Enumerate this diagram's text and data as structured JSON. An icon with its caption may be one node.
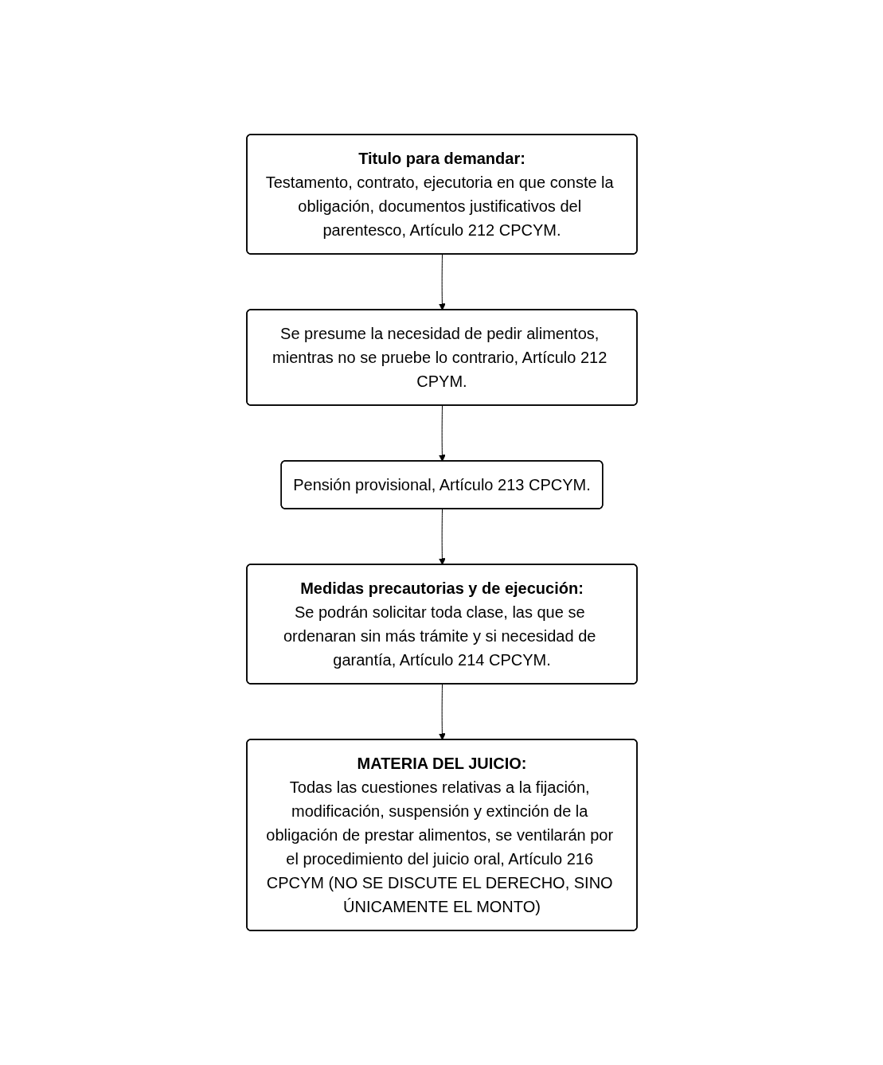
{
  "diagram": {
    "nodes": [
      {
        "text": [
          "Titulo para demandar:",
          "Testamento, contrato, ejecutoria en que conste la obligación, documentos justificativos del parentesco, Artículo 212 CPCYM."
        ]
      },
      {
        "text": [
          "Se presume la necesidad de pedir alimentos, mientras no se pruebe lo contrario, Artículo 212 CPYM."
        ]
      },
      {
        "text": [
          "Pensión provisional, Artículo 213 CPCYM."
        ]
      },
      {
        "text": [
          "Medidas precautorias y de ejecución:",
          "Se podrán solicitar toda clase, las que se ordenaran sin más trámite y si necesidad de garantía, Artículo 214 CPCYM."
        ]
      },
      {
        "text": [
          "MATERIA DEL JUICIO:",
          "Todas las cuestiones relativas a la fijación, modificación, suspensión y extinción de la obligación de prestar alimentos, se ventilarán por el procedimiento del juicio oral, Artículo 216 CPCYM (NO SE DISCUTE EL DERECHO, SINO ÚNICAMENTE EL MONTO)"
        ]
      }
    ],
    "edges": [
      {
        "from": 0,
        "to": 1,
        "arrow": "to"
      },
      {
        "from": 1,
        "to": 2,
        "arrow": "to"
      },
      {
        "from": 2,
        "to": 3,
        "arrow": "to"
      },
      {
        "from": 3,
        "to": 4,
        "arrow": "to"
      }
    ]
  }
}
